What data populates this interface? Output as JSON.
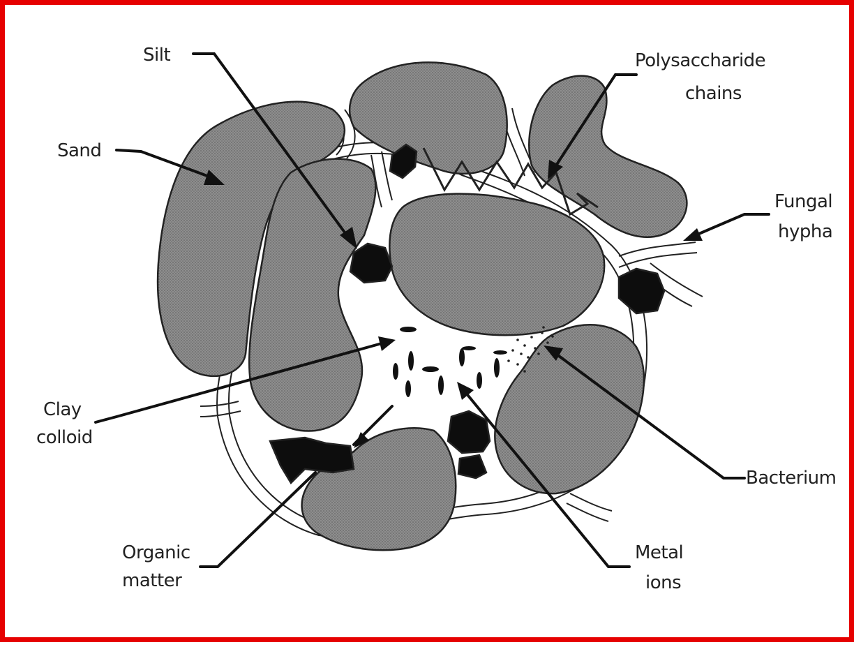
{
  "labels": {
    "silt": "Silt",
    "sand": "Sand",
    "polysaccharide_line1": "Polysaccharide",
    "polysaccharide_line2": "chains",
    "fungal_line1": "Fungal",
    "fungal_line2": "hypha",
    "clay_line1": "Clay",
    "clay_line2": "colloid",
    "bacterium": "Bacterium",
    "organic_line1": "Organic",
    "organic_line2": "matter",
    "metal_line1": "Metal",
    "metal_line2": "ions"
  },
  "colors": {
    "frame_border": "#e60000",
    "particle_fill": "#8c8c8c",
    "dark_fill": "#0d0d0d",
    "line": "#111111"
  }
}
